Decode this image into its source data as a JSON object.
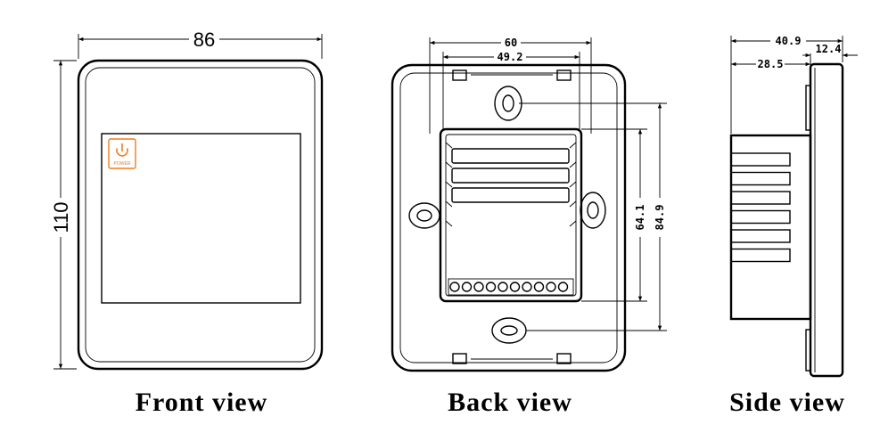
{
  "views": {
    "front": {
      "caption": "Front view",
      "width_dim": "86",
      "height_dim": "110",
      "power_label": "POWER",
      "power_color": "#f07c1e"
    },
    "back": {
      "caption": "Back view",
      "width_outer_dim": "60",
      "width_inner_dim": "49.2",
      "height_inner_dim": "64.1",
      "height_outer_dim": "84.9"
    },
    "side": {
      "caption": "Side view",
      "depth_total_dim": "40.9",
      "depth_body_dim": "28.5",
      "depth_front_dim": "12.4"
    }
  }
}
